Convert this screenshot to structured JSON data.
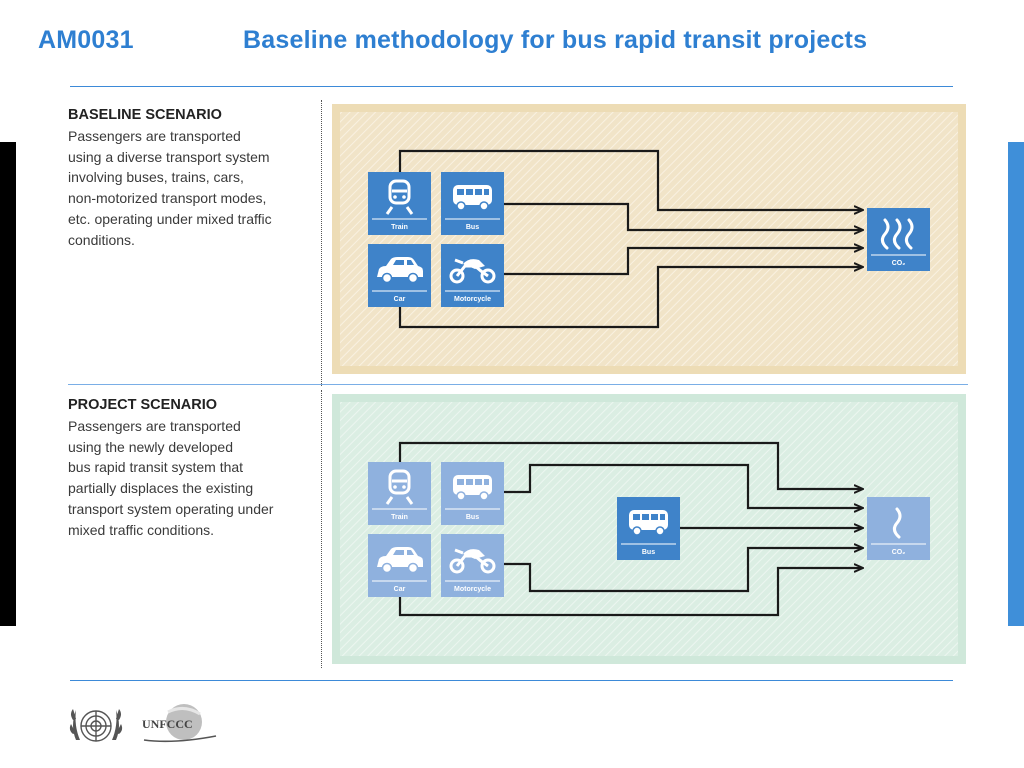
{
  "header": {
    "code": "AM0031",
    "title": "Baseline methodology for bus rapid transit projects"
  },
  "baseline": {
    "heading": "BASELINE SCENARIO",
    "description": "Passengers are transported\nusing a diverse transport system\ninvolving buses, trains, cars,\nnon-motorized transport modes,\netc. operating under mixed traffic\nconditions.",
    "tiles": {
      "train": "Train",
      "bus": "Bus",
      "car": "Car",
      "motorcycle": "Motorcycle",
      "co2": "CO₂"
    }
  },
  "project": {
    "heading": "PROJECT SCENARIO",
    "description": "Passengers are transported\nusing the newly developed\nbus rapid transit system that\npartially displaces the existing\ntransport system operating under\nmixed traffic conditions.",
    "tiles": {
      "train": "Train",
      "bus": "Bus",
      "car": "Car",
      "motorcycle": "Motorcycle",
      "brt": "Bus",
      "co2": "CO₂"
    }
  },
  "footer": {
    "unfccc_logo": "UNFCCC"
  },
  "colors": {
    "accent": "#2e7fd1",
    "tile_solid": "#3f83c9",
    "tile_faded": "#8fb1de",
    "baseline_bg": "#f2e6cd",
    "project_bg": "#dceee4",
    "arrow": "#1a1a1a"
  }
}
